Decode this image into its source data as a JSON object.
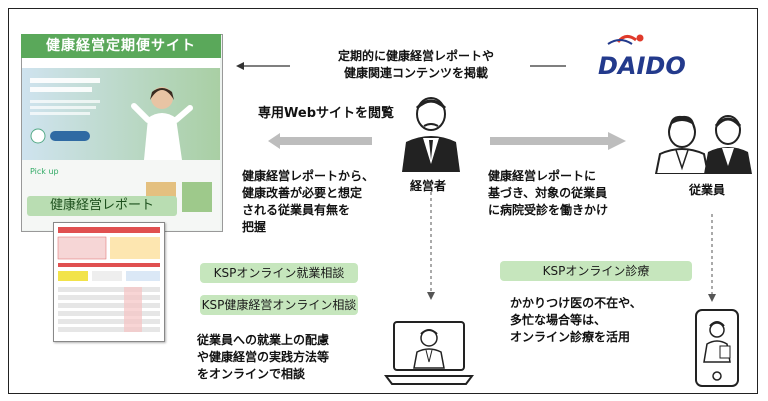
{
  "site": {
    "title": "健康経営定期便サイト",
    "badge": "健康経営レポート"
  },
  "top_message": [
    "定期的に健康経営レポートや",
    "健康関連コンテンツを掲載"
  ],
  "daido_logo": "DAIDO",
  "view_label": "専用Webサイトを閲覧",
  "manager": {
    "label": "経営者"
  },
  "employee": {
    "label": "従業員"
  },
  "left_desc": [
    "健康経営レポートから、",
    "健康改善が必要と想定",
    "される従業員有無を",
    "把握"
  ],
  "right_desc": [
    "健康経営レポートに",
    "基づき、対象の従業員",
    "に病院受診を働きかけ"
  ],
  "left_services": [
    "KSPオンライン就業相談",
    "KSP健康経営オンライン相談"
  ],
  "right_service": "KSPオンライン診療",
  "left_bottom": [
    "従業員への就業上の配慮",
    "や健康経営の実践方法等",
    "をオンラインで相談"
  ],
  "right_bottom": [
    "かかりつけ医の不在や、",
    "多忙な場合等は、",
    "オンライン診療を活用"
  ],
  "colors": {
    "green_pill": "#c6e6bd",
    "site_header": "#5aa85a",
    "arrow_gray": "#bdbdbd",
    "logo_blue": "#233a8c",
    "logo_red": "#e03a2b"
  }
}
